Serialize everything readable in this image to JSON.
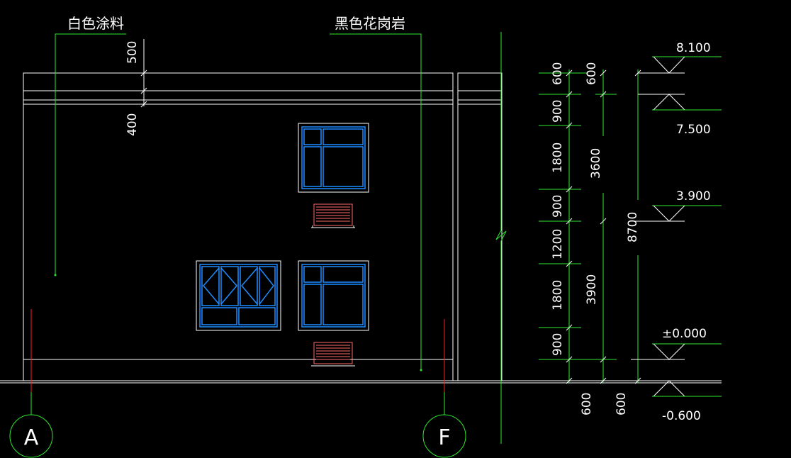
{
  "labels": {
    "material_left": "白色涂料",
    "material_right": "黑色花岗岩"
  },
  "axes": {
    "left": "A",
    "right": "F"
  },
  "elevations": {
    "top": "8.100",
    "parapet": "7.500",
    "second_floor": "3.900",
    "ground": "±0.000",
    "grade": "-0.600"
  },
  "dims": {
    "left_top": "500",
    "left_second": "400",
    "col1": [
      "600",
      "900",
      "1800",
      "900",
      "1200",
      "1800",
      "900"
    ],
    "col1_bottom": "600",
    "col2": [
      "600",
      "3600",
      "3900"
    ],
    "col2_bottom": "600",
    "col3": "8700"
  },
  "colors": {
    "outline": "#ffffff",
    "leader": "#2ee82e",
    "axis_line": "#ff2020",
    "window": "#1e8cff",
    "ac_unit": "#ff6a6a"
  }
}
